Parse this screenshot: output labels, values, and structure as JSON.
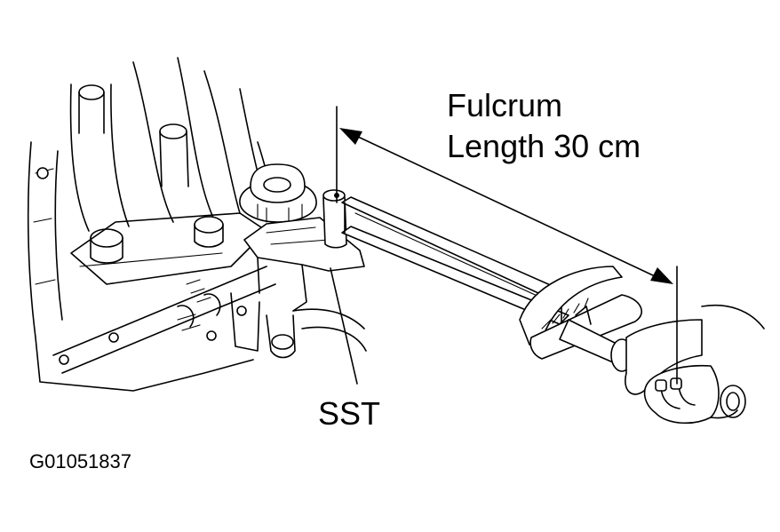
{
  "labels": {
    "fulcrum_line1": "Fulcrum",
    "fulcrum_line2": "Length 30 cm",
    "tool": "SST",
    "figure_id": "G01051837"
  },
  "colors": {
    "ink": "#000000",
    "paper": "#ffffff"
  }
}
